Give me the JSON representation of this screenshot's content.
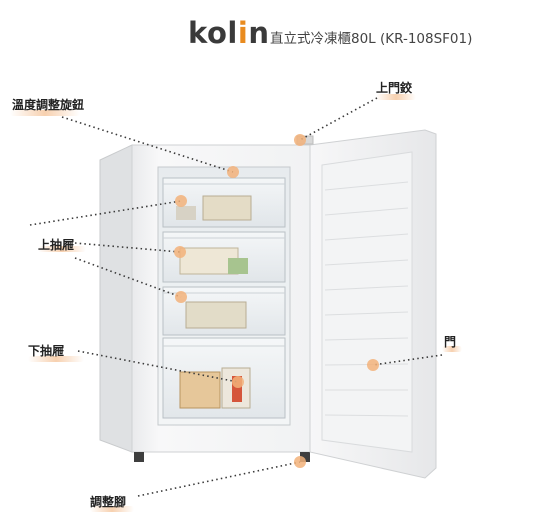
{
  "header": {
    "brand_main": "kol",
    "brand_accent": "i",
    "brand_tail": "n",
    "model_title": "直立式冷凍櫃80L (KR-108SF01)"
  },
  "labels": {
    "temp_knob": "溫度調整旋鈕",
    "upper_hinge": "上門鉸",
    "upper_drawer": "上抽屜",
    "lower_drawer": "下抽屜",
    "door": "門",
    "adjust_foot": "調整腳"
  },
  "colors": {
    "accent": "#e98b1f",
    "marker": "#f2b27a"
  }
}
